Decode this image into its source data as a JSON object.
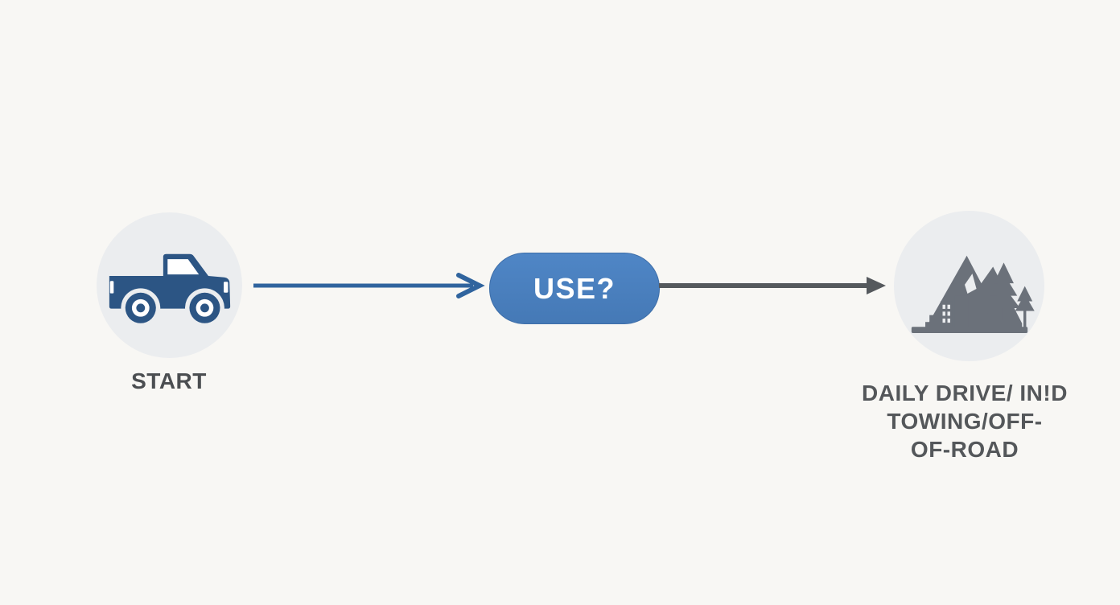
{
  "flowchart": {
    "background_color": "#f8f7f4",
    "start_node": {
      "label": "START",
      "icon": "pickup-truck-icon",
      "circle_fill": "#ebedef",
      "icon_color": "#2c5584"
    },
    "decision_node": {
      "label": "USE?",
      "shape": "pill",
      "fill": "#4a80c1",
      "text_color": "#ffffff"
    },
    "outcome_node": {
      "icon": "mountains-city-icon",
      "circle_fill": "#ebedef",
      "icon_color": "#6b717a",
      "label_lines": [
        "DAILY DRIVE/ IN!D",
        "TOWING/OFF-",
        "OF-ROAD"
      ]
    },
    "connectors": [
      {
        "from": "start",
        "to": "decision",
        "color": "#30649e",
        "head_style": "open-chevron"
      },
      {
        "from": "decision",
        "to": "outcome",
        "color": "#55595d",
        "head_style": "filled-triangle"
      }
    ],
    "label_color": "#54575a"
  }
}
